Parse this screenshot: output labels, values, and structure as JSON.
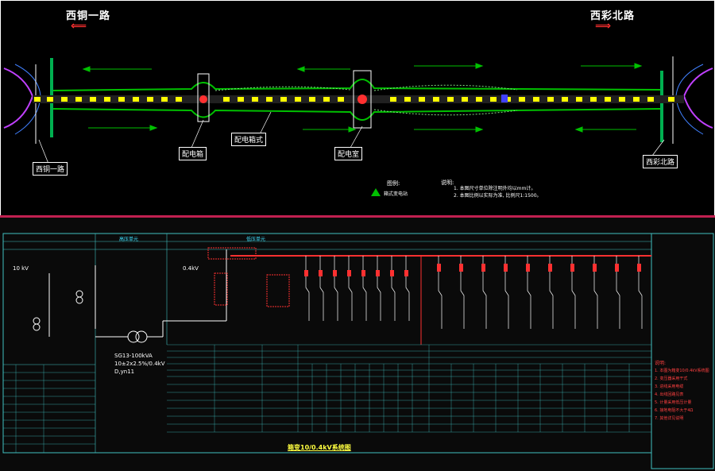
{
  "top_plan": {
    "road_left": "西铜一路",
    "road_right": "西彩北路",
    "arrow_left": "⟸",
    "arrow_right": "⟹",
    "node_labels": [
      "西铜一路",
      "配电箱",
      "配电箱式",
      "配电室",
      "西彩北路"
    ],
    "notes_title": "说明:",
    "notes": [
      "1. 本图尺寸单位除注明外均以mm计。",
      "2. 本图比例以实际为准, 比例尺1:1500。"
    ],
    "legend_label": "图例:",
    "legend_item": "箱式变电站"
  },
  "bottom_schematic": {
    "title": "箱变10/0.4kV系统图",
    "voltage_hv": "10 kV",
    "voltage_lv": "0.4kV",
    "transformer_model": "SG13-100kVA",
    "transformer_ratio": "10±2x2.5%/0.4kV",
    "transformer_group": "D,yn11",
    "section_hv": "高压单元",
    "section_lv": "低压单元",
    "notes_title": "说明:",
    "notes_right": [
      "1. 本图为箱变10/0.4kV系统图",
      "2. 变压器采用干式",
      "3. 进线采用电缆",
      "4. 出线回路见表",
      "5. 计量采用低压计量",
      "6. 接地电阻不大于4Ω",
      "7. 其他详见说明"
    ]
  },
  "colors": {
    "background": "#000000",
    "road_line": "#00c000",
    "lane_marking": "#ffff00",
    "accent_red": "#ff3030",
    "cyan": "#40e0ff"
  }
}
